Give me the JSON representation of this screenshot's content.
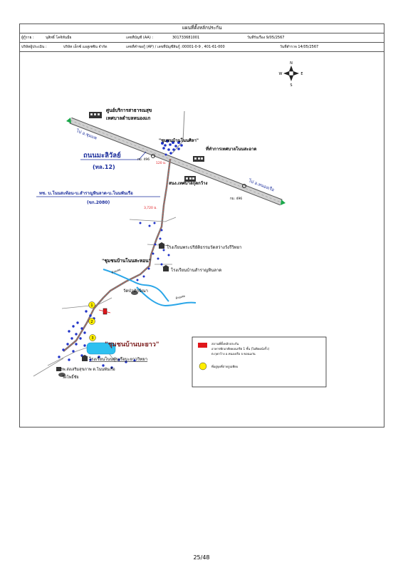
{
  "header": {
    "title": "แผนที่ตั้งหลักประกัน",
    "row1": {
      "owner_label": "ผู้กู้ราย :",
      "owner_value": "นุสิทธิ์ โคจิทันมี่ย",
      "acc_label": "เลขที่บัญชี (AA) :",
      "acc_value": "301733681001",
      "date_label": "วันที่รับเรื่อง 9/05/2567"
    },
    "row2": {
      "appraiser_label": "บริษัทผู้ประเมิน :",
      "appraiser_value": "บริษัท เอ็กซ์ แอสูเซซิน จำกัด",
      "ref_label": "เลขที่คำขอกู้ (AP) / เลขที่บัญชีสินกู้ :00001-0-9 , 401-61-000",
      "survey_date": "วันที่สำรวจ 14/05/2567"
    }
  },
  "map": {
    "compass": {
      "n": "N",
      "s": "S",
      "e": "E",
      "w": "W"
    },
    "labels": {
      "health_center_1": "ศูนย์บริการสาธารณสุข",
      "health_center_2": "เทศบาลตำบลหนองแก",
      "to_chumphae": "ไป อ.ชุมแพ",
      "community_nonsila": "\"ชุมชนบ้านโนนศิลา\"",
      "municipal_office": "ที่ทำการเทศบาลโนนสะอาด",
      "road_name": "ถนนมะลิวัลย์",
      "road_code": "(ทล.12)",
      "km_1": "กม. 496",
      "km_2": "กม. 496",
      "police_station": "สนง.เทศบาลกุดกว้าง",
      "to_nongruea": "ไป อ.หนองเรือ",
      "route_name": "ทช. บ.โนนสะท้อน-บ.สำราญหินลาด-บ.โนนพันเรือ",
      "route_code": "(ขก.2080)",
      "dist_1": "3,720 ม.",
      "dist_2": "120 ม.",
      "school_1": "โรงเรียนพระปริยัติธรรมวัดสว่างวังรีวิทยา",
      "community_nonsahon": "\"ชุมชนบ้านโนนสะหอน\"",
      "school_2": "โรงเรียนบ้านสำราญหินลาด",
      "stream_1": "ห้วยเตย",
      "stream_2": "ห้วยเตย",
      "temple_1": "วัดป่าทักษิณา",
      "community_bayao": "\"ชุมชนบ้านบะยาว\"",
      "school_3": "โรงเรียนโนนพันเรือบะยาววิทยา",
      "hospital": "รพ.ส่งเสริมสุขภาพ ต.โนนพันเรือ",
      "temple_2": "วัดโพธิ์ชัย",
      "marker_1": "1",
      "marker_2": "2",
      "marker_3": "3"
    },
    "legend": {
      "property_1": "สถานที่ตั้งหลักประกัน",
      "property_2": "อาคารพักอาศัยคอนกรีต 1 ชั้น (ไม่ติดผนังรั้ว)",
      "property_3": "ต.กุดกว้าง อ.หนองเรือ จ.ขอนแก่น",
      "checkpoint": "ที่อยู่จุดที่ถ่ายรูปเทียบ"
    },
    "colors": {
      "property": "#e0161b",
      "marker": "#ffee00",
      "water": "#2aa6e8",
      "label_blue": "#1a2d9c",
      "highway": "#c8c8c8",
      "dot": "#2033c8"
    }
  },
  "page": {
    "number": "25/48"
  }
}
